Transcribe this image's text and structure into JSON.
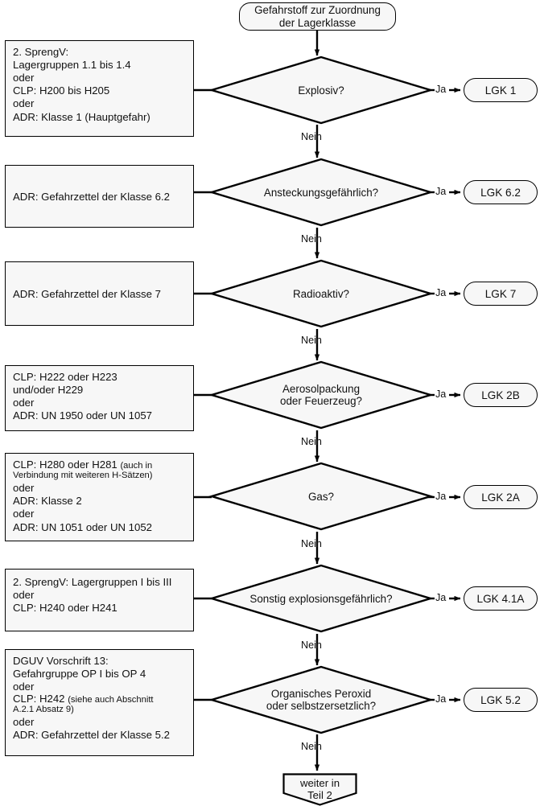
{
  "diagram": {
    "title": "Gefahrstoff zur Zuordnung der Lagerklasse",
    "language": "de",
    "yes_label": "Ja",
    "no_label": "Nein",
    "colors": {
      "shape_fill": "#f7f7f7",
      "stroke": "#000000",
      "text": "#111111",
      "background": "#ffffff"
    }
  },
  "start": {
    "line1": "Gefahrstoff zur Zuordnung",
    "line2": "der Lagerklasse"
  },
  "end": {
    "line1": "weiter in",
    "line2": "Teil 2"
  },
  "rows": [
    {
      "criteria": [
        {
          "text": "2. SprengV:",
          "small": false,
          "tight": true
        },
        {
          "text": "Lagergruppen 1.1 bis 1.4",
          "small": false,
          "tight": false
        },
        {
          "text": "oder",
          "small": false,
          "tight": false
        },
        {
          "text": "CLP: H200 bis H205",
          "small": false,
          "tight": false
        },
        {
          "text": "oder",
          "small": false,
          "tight": false
        },
        {
          "text": "ADR: Klasse 1 (Hauptgefahr)",
          "small": false,
          "tight": false
        }
      ],
      "question": [
        "Explosiv?"
      ],
      "yes_label": "Ja",
      "no_label": "Nein",
      "result": "LGK 1"
    },
    {
      "criteria": [
        {
          "text": "ADR: Gefahrzettel der Klasse 6.2",
          "small": false,
          "tight": false
        }
      ],
      "question": [
        "Ansteckungsgefährlich?"
      ],
      "yes_label": "Ja",
      "no_label": "Nein",
      "result": "LGK 6.2"
    },
    {
      "criteria": [
        {
          "text": "ADR: Gefahrzettel der Klasse 7",
          "small": false,
          "tight": false
        }
      ],
      "question": [
        "Radioaktiv?"
      ],
      "yes_label": "Ja",
      "no_label": "Nein",
      "result": "LGK 7"
    },
    {
      "criteria": [
        {
          "text": "CLP: H222 oder H223",
          "small": false,
          "tight": true
        },
        {
          "text": "und/oder H229",
          "small": false,
          "tight": false
        },
        {
          "text": "oder",
          "small": false,
          "tight": false
        },
        {
          "text": "ADR: UN 1950 oder UN 1057",
          "small": false,
          "tight": false
        }
      ],
      "question": [
        "Aerosolpackung",
        "oder Feuerzeug?"
      ],
      "yes_label": "Ja",
      "no_label": "Nein",
      "result": "LGK 2B"
    },
    {
      "criteria": [
        {
          "text": "CLP: H280 oder H281",
          "small": false,
          "tight": true,
          "suffix": "(auch in"
        },
        {
          "text": "Verbindung mit weiteren H-Sätzen)",
          "small": true,
          "tight": false
        },
        {
          "text": "oder",
          "small": false,
          "tight": false
        },
        {
          "text": "ADR: Klasse 2",
          "small": false,
          "tight": false
        },
        {
          "text": "oder",
          "small": false,
          "tight": false
        },
        {
          "text": "ADR: UN 1051 oder UN 1052",
          "small": false,
          "tight": false
        }
      ],
      "question": [
        "Gas?"
      ],
      "yes_label": "Ja",
      "no_label": "Nein",
      "result": "LGK 2A"
    },
    {
      "criteria": [
        {
          "text": "2. SprengV: Lagergruppen I bis III",
          "small": false,
          "tight": false
        },
        {
          "text": "oder",
          "small": false,
          "tight": false
        },
        {
          "text": "CLP: H240 oder H241",
          "small": false,
          "tight": false
        }
      ],
      "question": [
        "Sonstig explosionsgefährlich?"
      ],
      "yes_label": "Ja",
      "no_label": "Nein",
      "result": "LGK 4.1A"
    },
    {
      "criteria": [
        {
          "text": "DGUV Vorschrift 13:",
          "small": false,
          "tight": true
        },
        {
          "text": "Gefahrgruppe OP I bis OP 4",
          "small": false,
          "tight": false
        },
        {
          "text": "oder",
          "small": false,
          "tight": false
        },
        {
          "text": "CLP: H242",
          "small": false,
          "tight": true,
          "suffix": "(siehe auch Abschnitt"
        },
        {
          "text": "A.2.1 Absatz 9)",
          "small": true,
          "tight": false
        },
        {
          "text": "oder",
          "small": false,
          "tight": false
        },
        {
          "text": "ADR: Gefahrzettel der Klasse 5.2",
          "small": false,
          "tight": false
        }
      ],
      "question": [
        "Organisches Peroxid",
        "oder selbstzersetzlich?"
      ],
      "yes_label": "Ja",
      "no_label": "Nein",
      "result": "LGK 5.2"
    }
  ]
}
